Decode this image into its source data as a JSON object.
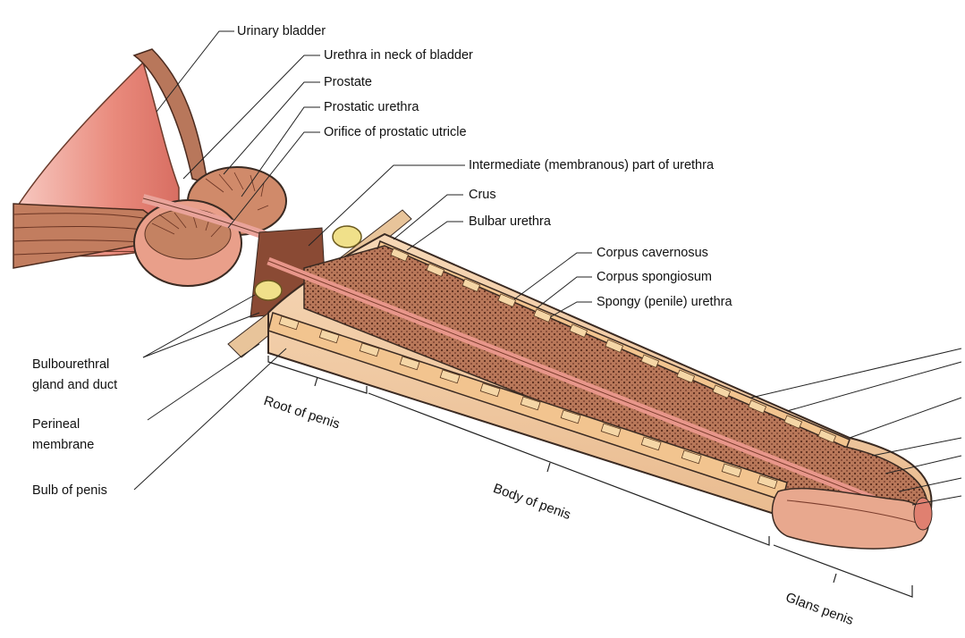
{
  "labels": {
    "urinary_bladder": "Urinary bladder",
    "urethra_neck": "Urethra in neck of bladder",
    "prostate": "Prostate",
    "prostatic_urethra": "Prostatic urethra",
    "orifice_utricle": "Orifice of prostatic utricle",
    "intermediate_urethra": "Intermediate (membranous) part of urethra",
    "crus": "Crus",
    "bulbar_urethra": "Bulbar urethra",
    "corpus_cavernosus": "Corpus cavernosus",
    "corpus_spongiosum": "Corpus spongiosum",
    "spongy_urethra": "Spongy (penile) urethra",
    "bulbourethral_line1": "Bulbourethral",
    "bulbourethral_line2": "gland and duct",
    "perineal_line1": "Perineal",
    "perineal_line2": "membrane",
    "bulb_of_penis": "Bulb of penis",
    "root_of_penis": "Root of penis",
    "body_of_penis": "Body of penis",
    "glans_penis": "Glans penis"
  },
  "colors": {
    "tissue_pink": "#e8968a",
    "tissue_dark": "#8a4a34",
    "spongy_fill": "#c98a6a",
    "cavernous_fill": "#f2c48f",
    "outline": "#3a2a22",
    "gland_yellow": "#f0e08a"
  }
}
